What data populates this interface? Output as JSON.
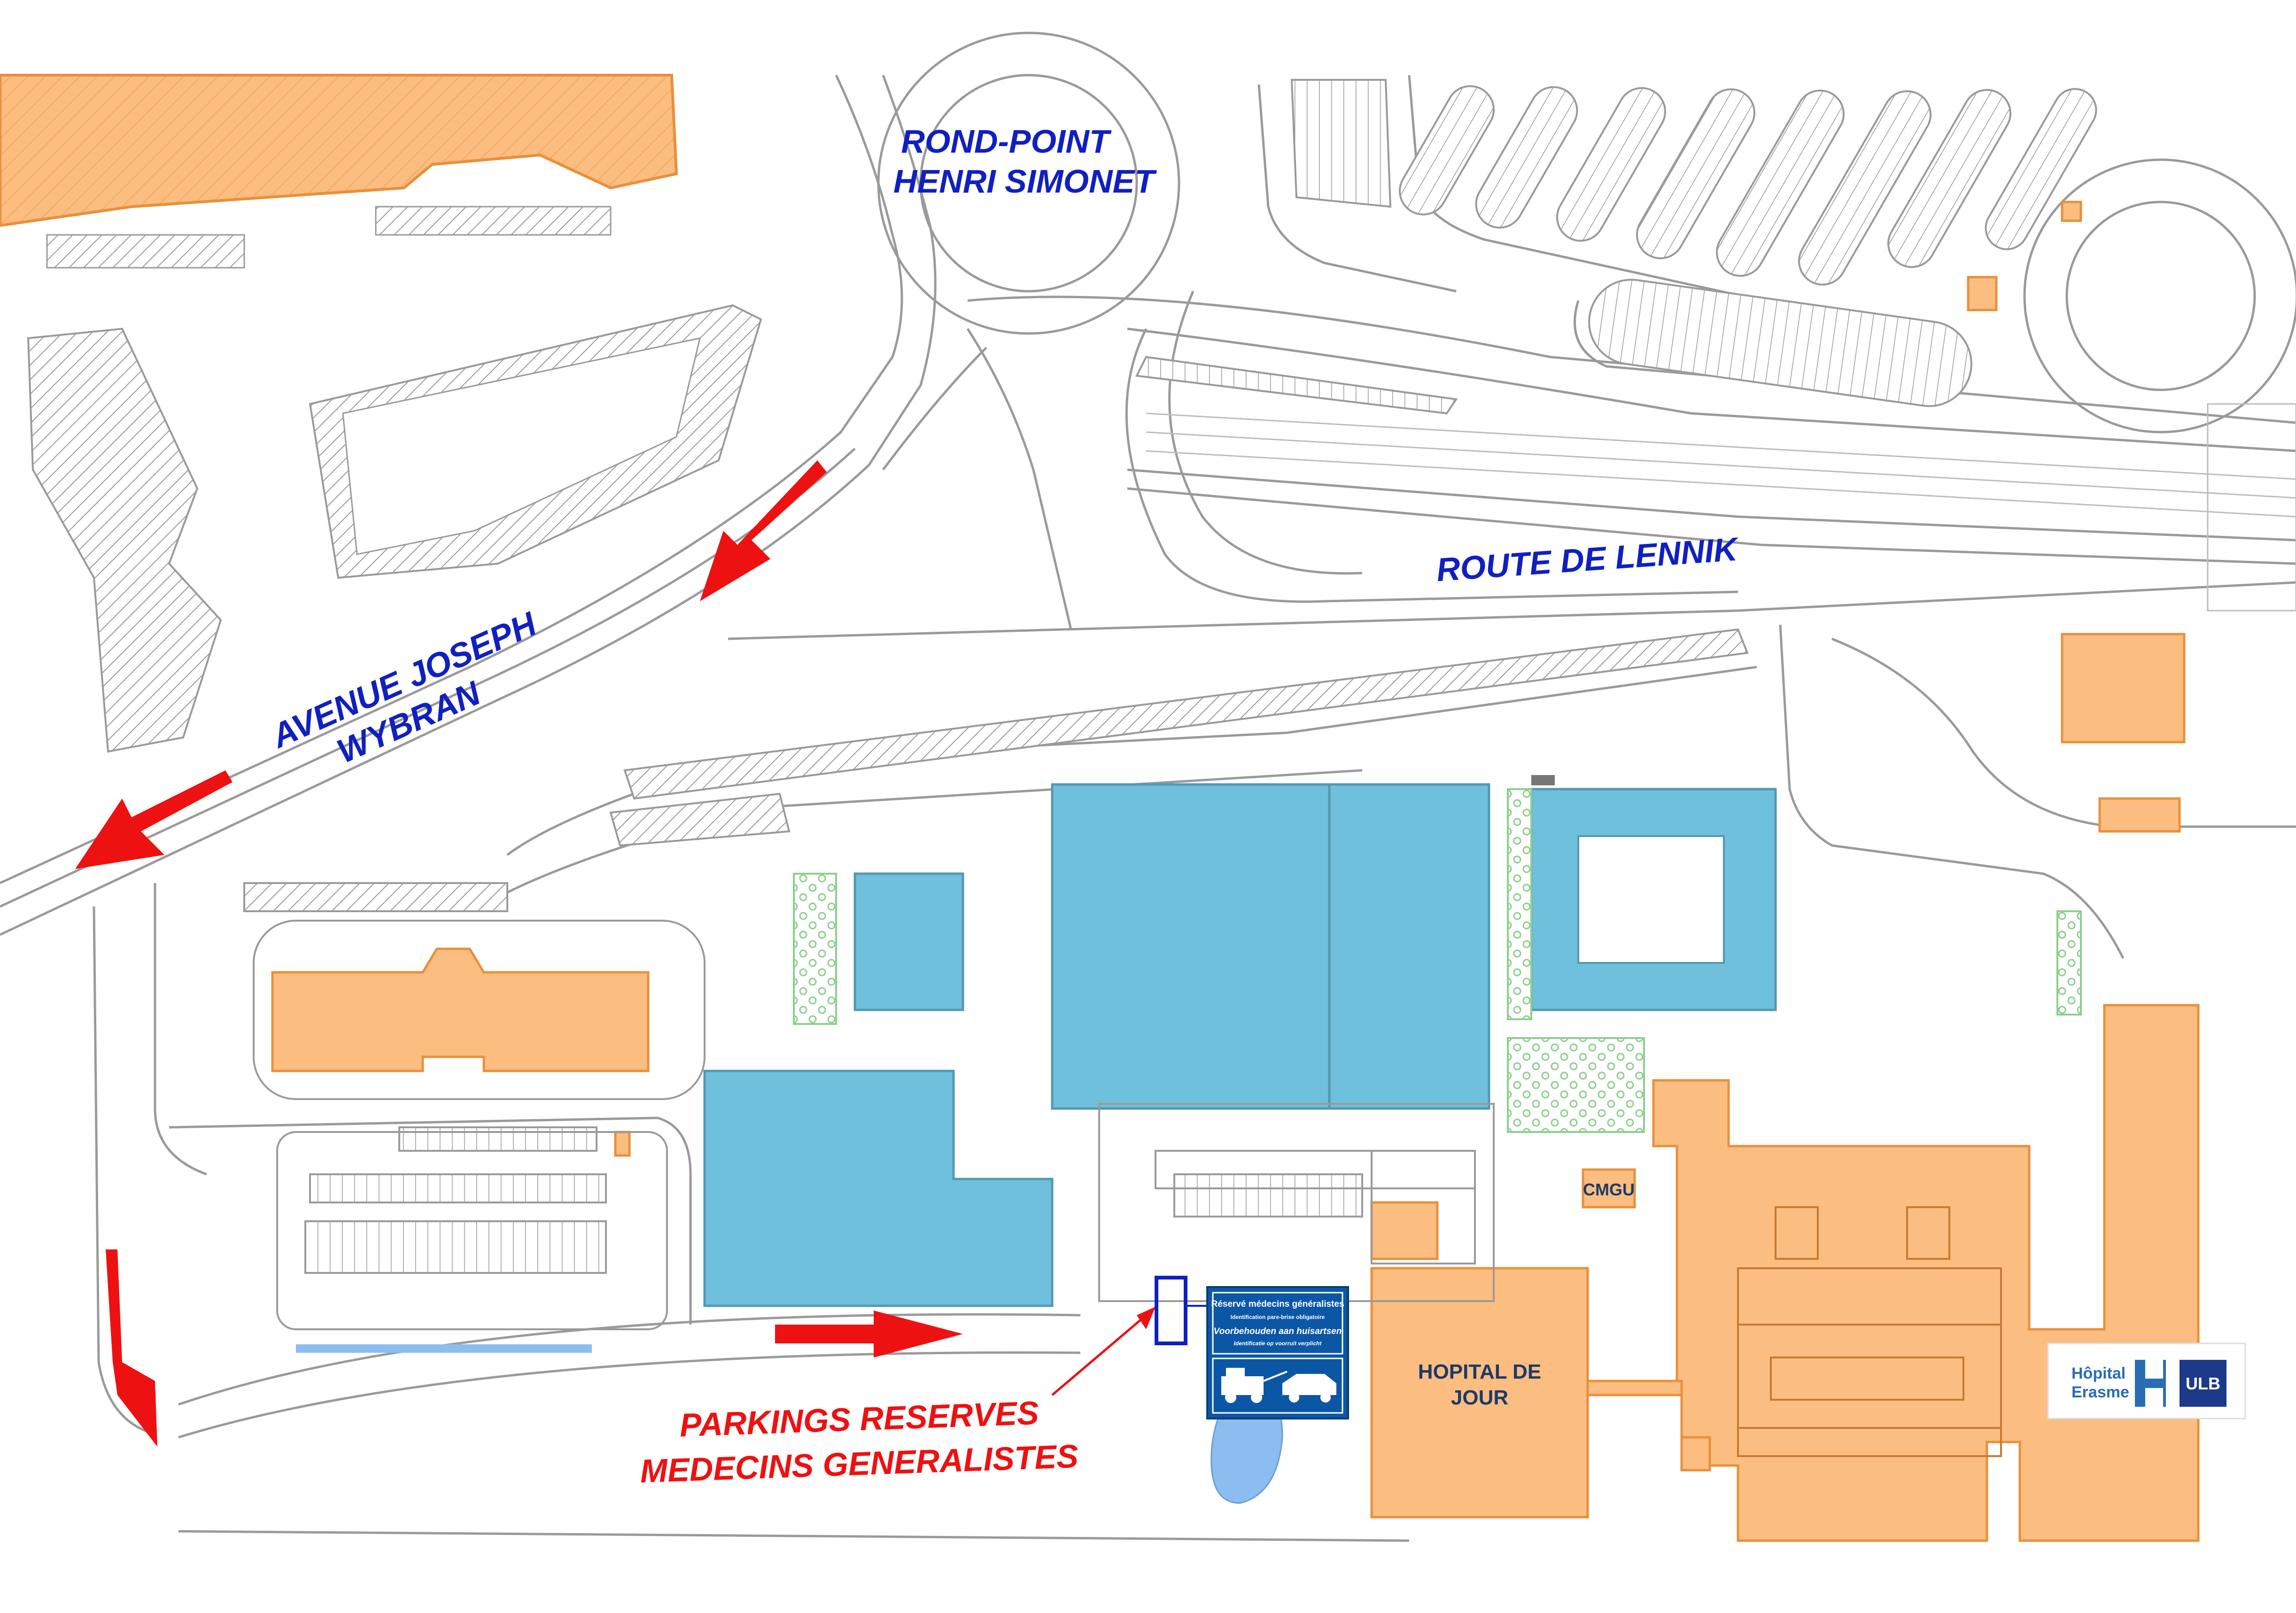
{
  "map": {
    "colors": {
      "orange_building": "#fbbd80",
      "orange_outline": "#e8903c",
      "blue_building": "#6fc0dc",
      "blue_label": "#1020c0",
      "red_arrow": "#ee1111",
      "green_area": "#8ccf8c",
      "line": "#9a9a9a",
      "water": "#8bbdf0",
      "sign_blue": "#0c56a6"
    },
    "street_labels": {
      "rond_point_line1": "ROND-POINT",
      "rond_point_line2": "HENRI SIMONET",
      "route_de_lennik": "ROUTE DE LENNIK",
      "avenue_line1": "AVENUE JOSEPH",
      "avenue_line2": "WYBRAN"
    },
    "buildings": {
      "hopital_de_jour_line1": "HOPITAL DE",
      "hopital_de_jour_line2": "JOUR",
      "cmgu": "CMGU"
    },
    "callout": {
      "line1": "PARKINGS RESERVES",
      "line2": "MEDECINS GENERALISTES"
    },
    "parking_sign": {
      "title_fr": "Réservé médecins généralistes",
      "subtitle_fr": "Identification pare-brise obligatoire",
      "title_nl": "Voorbehouden aan huisartsen",
      "subtitle_nl": "Identificatie op voorruit verplicht",
      "pictogram": "tow-truck-icon"
    },
    "logo": {
      "line1": "Hôpital",
      "line2": "Erasme",
      "ulb": "ULB"
    }
  }
}
